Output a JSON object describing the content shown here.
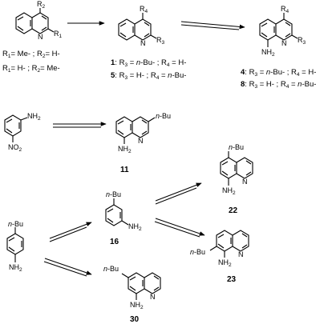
{
  "scheme": {
    "top_row": {
      "start_subs": {
        "r2": "R",
        "r2_sub": "2",
        "r1": "R",
        "r1_sub": "1"
      },
      "start_conditions": [
        {
          "a": "R",
          "a_sub": "1",
          "a_val": "= Me- ; ",
          "b": "R",
          "b_sub": "2",
          "b_val": "= H-"
        },
        {
          "a": "R",
          "a_sub": "1",
          "a_val": "= H- ; ",
          "b": "R",
          "b_sub": "2",
          "b_val": "= Me-"
        }
      ],
      "mid_subs": {
        "r4": "R",
        "r4_sub": "4",
        "r3": "R",
        "r3_sub": "3"
      },
      "mid_conditions": [
        {
          "num": "1",
          "text_a": ": R",
          "a_sub": "3",
          "a_val": " = ",
          "nbu": "n",
          "nbu_rest": "-Bu- ; R",
          "b_sub": "4",
          "b_val": " = H-"
        },
        {
          "num": "5",
          "text_a": ": R",
          "a_sub": "3",
          "a_val": " = H- ; R",
          "b_sub": "4",
          "b_val": " = ",
          "nbu": "n",
          "nbu_rest": "-Bu-"
        }
      ],
      "end_subs": {
        "r4": "R",
        "r4_sub": "4",
        "r3": "R",
        "r3_sub": "3",
        "nh2": "NH",
        "nh2_sub": "2"
      },
      "end_conditions": [
        {
          "num": "4",
          "text_a": ": R",
          "a_sub": "3",
          "a_val": " = ",
          "nbu": "n",
          "nbu_rest": "-Bu- ; R",
          "b_sub": "4",
          "b_val": " = H-"
        },
        {
          "num": "8",
          "text_a": ": R",
          "a_sub": "3",
          "a_val": " = H- ; R",
          "b_sub": "4",
          "b_val": " = ",
          "nbu": "n",
          "nbu_rest": "-Bu-"
        }
      ]
    },
    "atoms": {
      "N": "N",
      "NH": "NH",
      "two": "2",
      "NO": "NO",
      "nbu_n": "n",
      "nbu_rest": "-Bu"
    },
    "compounds": {
      "c11": "11",
      "c16": "16",
      "c22": "22",
      "c23": "23",
      "c30": "30"
    }
  }
}
